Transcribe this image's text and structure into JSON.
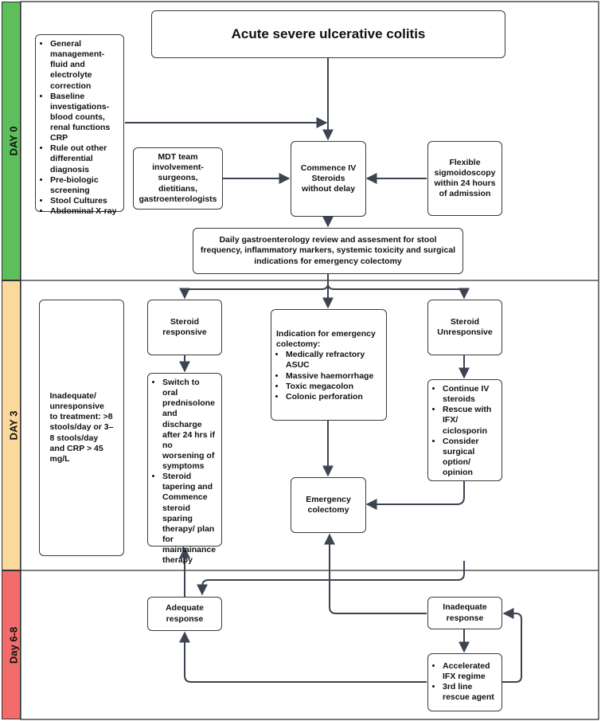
{
  "lanes": [
    {
      "label": "DAY 0",
      "color": "#5cbf5c"
    },
    {
      "label": "DAY 3",
      "color": "#fbd89c"
    },
    {
      "label": "Day 6-8",
      "color": "#f26c6c"
    }
  ],
  "title": "Acute severe ulcerative colitis",
  "general_management": [
    "General management-fluid and electrolyte correction",
    "Baseline investigations-blood counts, renal functions CRP",
    "Rule out other differential diagnosis",
    "Pre-biologic screening",
    "Stool Cultures",
    "Abdominal X-ray"
  ],
  "mdt": "MDT team involvement-surgeons, dietitians, gastroenterologists",
  "iv_steroids": "Commence IV Steroids without delay",
  "sigmoidoscopy": "Flexible sigmoidoscopy within 24 hours of admission",
  "daily_review": "Daily gastroenterology review and assesment for stool frequency, inflammatory markers, systemic toxicity and surgical indications for emergency colectomy",
  "inadequate_definition": "Inadequate/ unresponsive to treatment: >8 stools/day or 3–8 stools/day and CRP > 45 mg/L",
  "inadequate_definition_lines": [
    "Inadequate/",
    "unresponsive",
    "to treatment: >8",
    "stools/day or 3–",
    "8 stools/day",
    "and CRP > 45",
    "mg/L"
  ],
  "steroid_responsive": "Steroid responsive",
  "responsive_actions": [
    "Switch to oral prednisolone and discharge after 24 hrs if no worsening of symptoms",
    "Steroid tapering and Commence steroid sparing therapy/ plan for maintainance therapy"
  ],
  "emergency_indication": {
    "title": "Indication for emergency colectomy:",
    "items": [
      "Medically refractory ASUC",
      "Massive haemorrhage",
      "Toxic megacolon",
      "Colonic perforation"
    ]
  },
  "steroid_unresponsive": "Steroid Unresponsive",
  "unresponsive_actions": [
    "Continue IV steroids",
    "Rescue with IFX/ ciclosporin",
    "Consider surgical option/ opinion"
  ],
  "emergency_colectomy": "Emergency colectomy",
  "adequate_response": "Adequate response",
  "inadequate_response": "Inadequate response",
  "rescue_actions": [
    "Accelerated IFX regime",
    "3rd line rescue agent"
  ]
}
